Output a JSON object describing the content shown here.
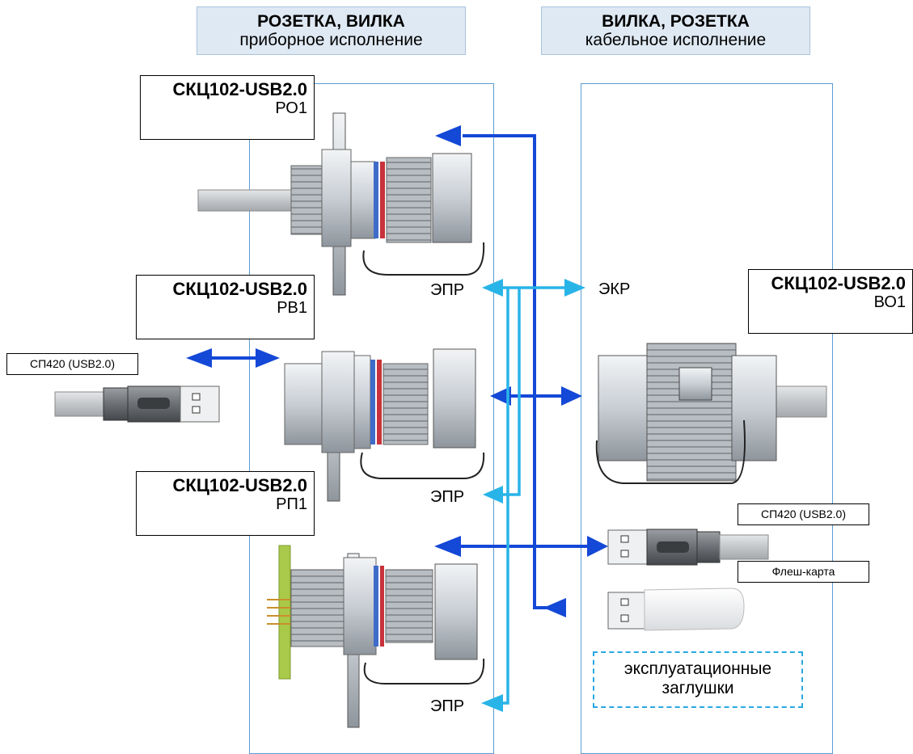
{
  "headers": {
    "left": {
      "title": "РОЗЕТКА, ВИЛКА",
      "subtitle": "приборное исполнение"
    },
    "right": {
      "title": "ВИЛКА, РОЗЕТКА",
      "subtitle": "кабельное исполнение"
    }
  },
  "labels": {
    "ro1": {
      "model": "СКЦ102-USB2.0",
      "code": "РО1"
    },
    "rv1": {
      "model": "СКЦ102-USB2.0",
      "code": "РВ1"
    },
    "rp1": {
      "model": "СКЦ102-USB2.0",
      "code": "РП1"
    },
    "vo1": {
      "model": "СКЦ102-USB2.0",
      "code": "ВО1"
    }
  },
  "cables": {
    "left": "СП420 (USB2.0)",
    "right": "СП420 (USB2.0)",
    "flash": "Флеш-карта"
  },
  "tags": {
    "epr1": "ЭПР",
    "ekr": "ЭКР",
    "epr2": "ЭПР",
    "epr3": "ЭПР"
  },
  "caps_note": "эксплуатационные заглушки",
  "colors": {
    "arrow_dark": "#1448d6",
    "arrow_light": "#29b4e8",
    "panel_border": "#5b9bd5",
    "header_bg": "#dfe9f3"
  }
}
